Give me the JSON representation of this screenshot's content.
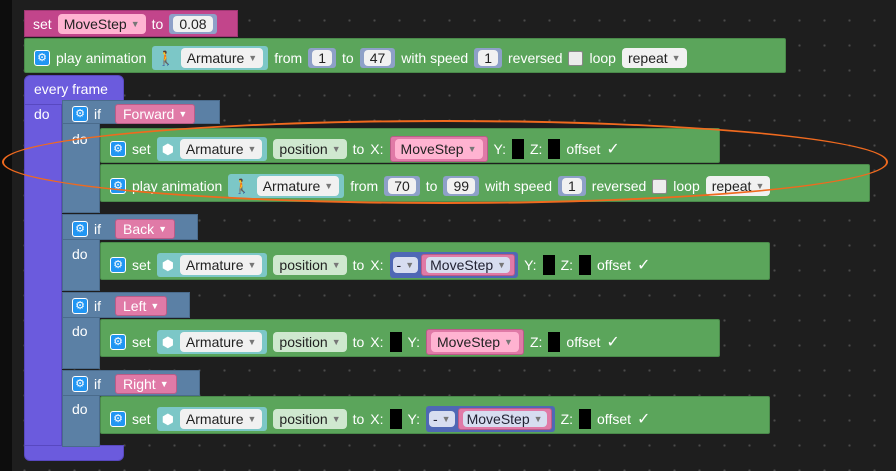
{
  "top_set": {
    "set": "set",
    "variable": "MoveStep",
    "to": "to",
    "value": "0.08"
  },
  "play_top": {
    "label": "play animation",
    "object": "Armature",
    "from": "from",
    "from_value": "1",
    "to": "to",
    "to_value": "47",
    "with_speed": "with speed",
    "speed_value": "1",
    "reversed": "reversed",
    "loop": "loop",
    "loop_value": "repeat"
  },
  "every_frame": {
    "label": "every frame",
    "do": "do"
  },
  "if_forward": {
    "if": "if",
    "condition": "Forward",
    "do": "do",
    "set_position": {
      "set": "set",
      "object": "Armature",
      "property": "position",
      "to": "to",
      "x_label": "X:",
      "x_var": "MoveStep",
      "y_label": "Y:",
      "z_label": "Z:",
      "offset": "offset",
      "offset_checked": "✓"
    },
    "play_animation": {
      "label": "play animation",
      "object": "Armature",
      "from": "from",
      "from_value": "70",
      "to": "to",
      "to_value": "99",
      "with_speed": "with speed",
      "speed_value": "1",
      "reversed": "reversed",
      "loop": "loop",
      "loop_value": "repeat"
    }
  },
  "if_back": {
    "if": "if",
    "condition": "Back",
    "do": "do",
    "set_position": {
      "set": "set",
      "object": "Armature",
      "property": "position",
      "to": "to",
      "x_label": "X:",
      "negate": "-",
      "x_var": "MoveStep",
      "y_label": "Y:",
      "z_label": "Z:",
      "offset": "offset",
      "offset_checked": "✓"
    }
  },
  "if_left": {
    "if": "if",
    "condition": "Left",
    "do": "do",
    "set_position": {
      "set": "set",
      "object": "Armature",
      "property": "position",
      "to": "to",
      "x_label": "X:",
      "y_label": "Y:",
      "y_var": "MoveStep",
      "z_label": "Z:",
      "offset": "offset",
      "offset_checked": "✓"
    }
  },
  "if_right": {
    "if": "if",
    "condition": "Right",
    "do": "do",
    "set_position": {
      "set": "set",
      "object": "Armature",
      "property": "position",
      "to": "to",
      "x_label": "X:",
      "y_label": "Y:",
      "negate": "-",
      "y_var": "MoveStep",
      "z_label": "Z:",
      "offset": "offset",
      "offset_checked": "✓"
    }
  },
  "colors": {
    "workspace": "#1e1e1e",
    "action_block": "#5ba55b",
    "event_block": "#6b5bdd",
    "logic_block": "#5b80a5",
    "variable": "#e07aa7",
    "number": "#8ea0c8",
    "object": "#7cc7c7",
    "negate": "#4f68b5",
    "annotation": "#f06a1e"
  }
}
